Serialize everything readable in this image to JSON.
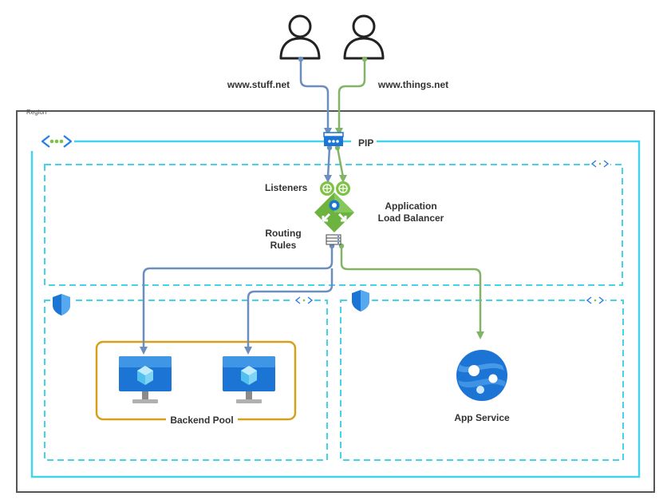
{
  "colors": {
    "region_border": "#555555",
    "vnet_border": "#45d3ea",
    "subnet_border": "#45d3ea",
    "pool_border": "#d6a11a",
    "flow_blue": "#6c8ebf",
    "flow_green": "#82b366",
    "user_icon": "#222222",
    "azure_blue": "#1c74d4",
    "lb_green": "#6cb33f"
  },
  "labels": {
    "region": "Region",
    "pip": "PIP",
    "listeners": "Listeners",
    "alb_line1": "Application",
    "alb_line2": "Load Balancer",
    "routing_line1": "Routing",
    "routing_line2": "Rules",
    "backend_pool": "Backend Pool",
    "app_service": "App Service"
  },
  "users": [
    {
      "domain": "www.stuff.net",
      "icon": "user-icon",
      "flow": "blue"
    },
    {
      "domain": "www.things.net",
      "icon": "user-icon",
      "flow": "green"
    }
  ],
  "icons": {
    "vnet": "virtual-network-icon",
    "subnet": "subnet-icon",
    "nsg": "network-security-group-icon",
    "pip": "public-ip-icon",
    "listener": "listener-icon",
    "alb": "application-gateway-icon",
    "rules": "routing-rules-icon",
    "vm": "virtual-machine-icon",
    "app_service": "app-service-icon"
  }
}
